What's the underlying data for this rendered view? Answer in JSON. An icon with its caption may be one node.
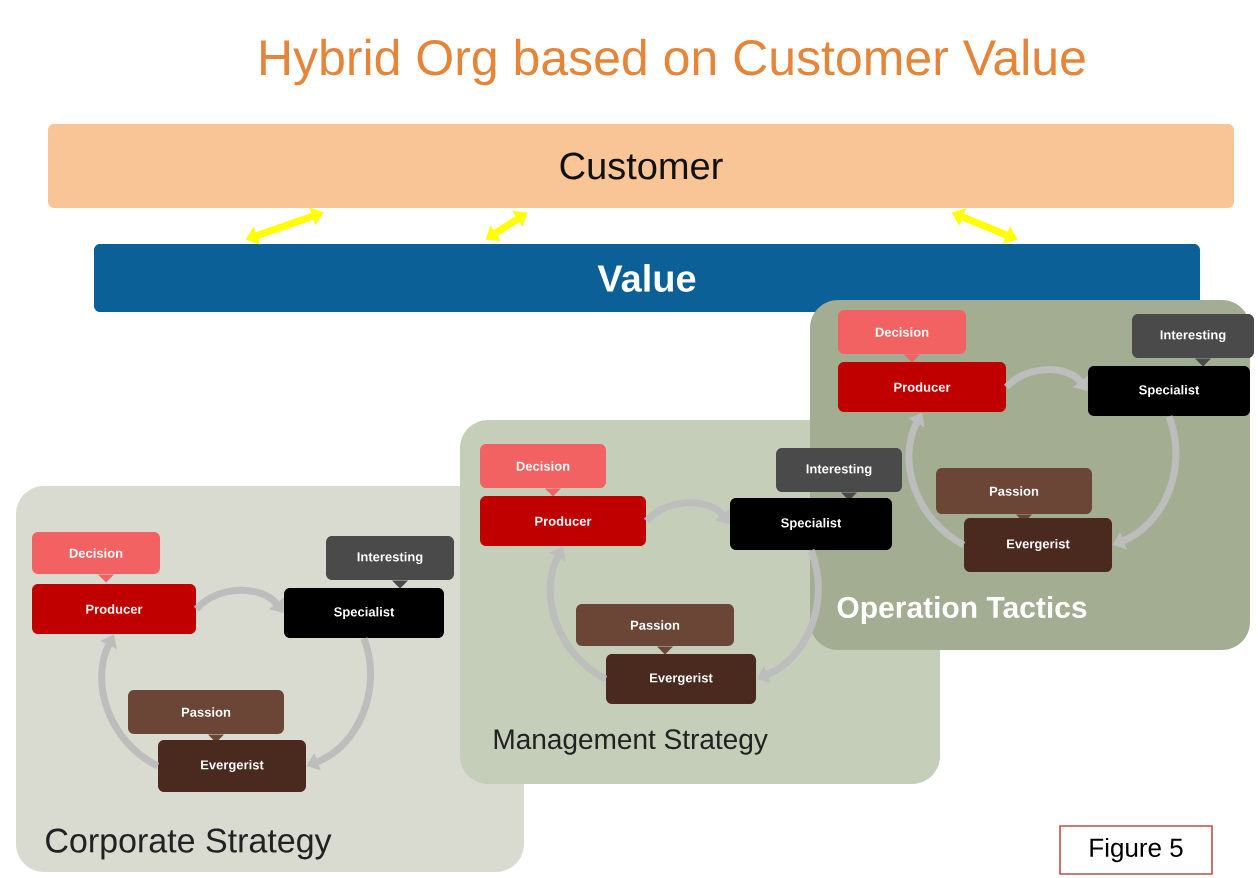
{
  "diagram": {
    "title": "Hybrid Org based on Customer Value",
    "nodes": [
      {
        "text": [
          "Customer"
        ]
      },
      {
        "text": [
          "Value"
        ]
      },
      {
        "text": [
          "Corporate Strategy"
        ]
      },
      {
        "text": [
          "Decision"
        ],
        "in": 2
      },
      {
        "text": [
          "Producer"
        ],
        "in": 2
      },
      {
        "text": [
          "Interesting"
        ],
        "in": 2
      },
      {
        "text": [
          "Specialist"
        ],
        "in": 2
      },
      {
        "text": [
          "Passion"
        ],
        "in": 2
      },
      {
        "text": [
          "Evergerist"
        ],
        "in": 2
      },
      {
        "text": [
          "Management Strategy"
        ]
      },
      {
        "text": [
          "Decision"
        ],
        "in": 9
      },
      {
        "text": [
          "Producer"
        ],
        "in": 9
      },
      {
        "text": [
          "Interesting"
        ],
        "in": 9
      },
      {
        "text": [
          "Specialist"
        ],
        "in": 9
      },
      {
        "text": [
          "Passion"
        ],
        "in": 9
      },
      {
        "text": [
          "Evergerist"
        ],
        "in": 9
      },
      {
        "text": [
          "Operation Tactics"
        ]
      },
      {
        "text": [
          "Decision"
        ],
        "in": 16
      },
      {
        "text": [
          "Producer"
        ],
        "in": 16
      },
      {
        "text": [
          "Interesting"
        ],
        "in": 16
      },
      {
        "text": [
          "Specialist"
        ],
        "in": 16
      },
      {
        "text": [
          "Passion"
        ],
        "in": 16
      },
      {
        "text": [
          "Evergerist"
        ],
        "in": 16
      },
      {
        "text": [
          "Figure 5"
        ]
      }
    ],
    "edges": [
      {
        "from": 0,
        "to": 1,
        "arrow": "both",
        "color": "#ffff00"
      },
      {
        "from": 0,
        "to": 1,
        "arrow": "both",
        "color": "#ffff00"
      },
      {
        "from": 0,
        "to": 1,
        "arrow": "both",
        "color": "#ffff00"
      },
      {
        "from": 4,
        "to": 6,
        "arrow": "to"
      },
      {
        "from": 6,
        "to": 8,
        "arrow": "to"
      },
      {
        "from": 8,
        "to": 4,
        "arrow": "to"
      },
      {
        "from": 11,
        "to": 13,
        "arrow": "to"
      },
      {
        "from": 13,
        "to": 15,
        "arrow": "to"
      },
      {
        "from": 15,
        "to": 11,
        "arrow": "to"
      },
      {
        "from": 18,
        "to": 20,
        "arrow": "to"
      },
      {
        "from": 20,
        "to": 22,
        "arrow": "to"
      },
      {
        "from": 22,
        "to": 18,
        "arrow": "to"
      }
    ]
  }
}
